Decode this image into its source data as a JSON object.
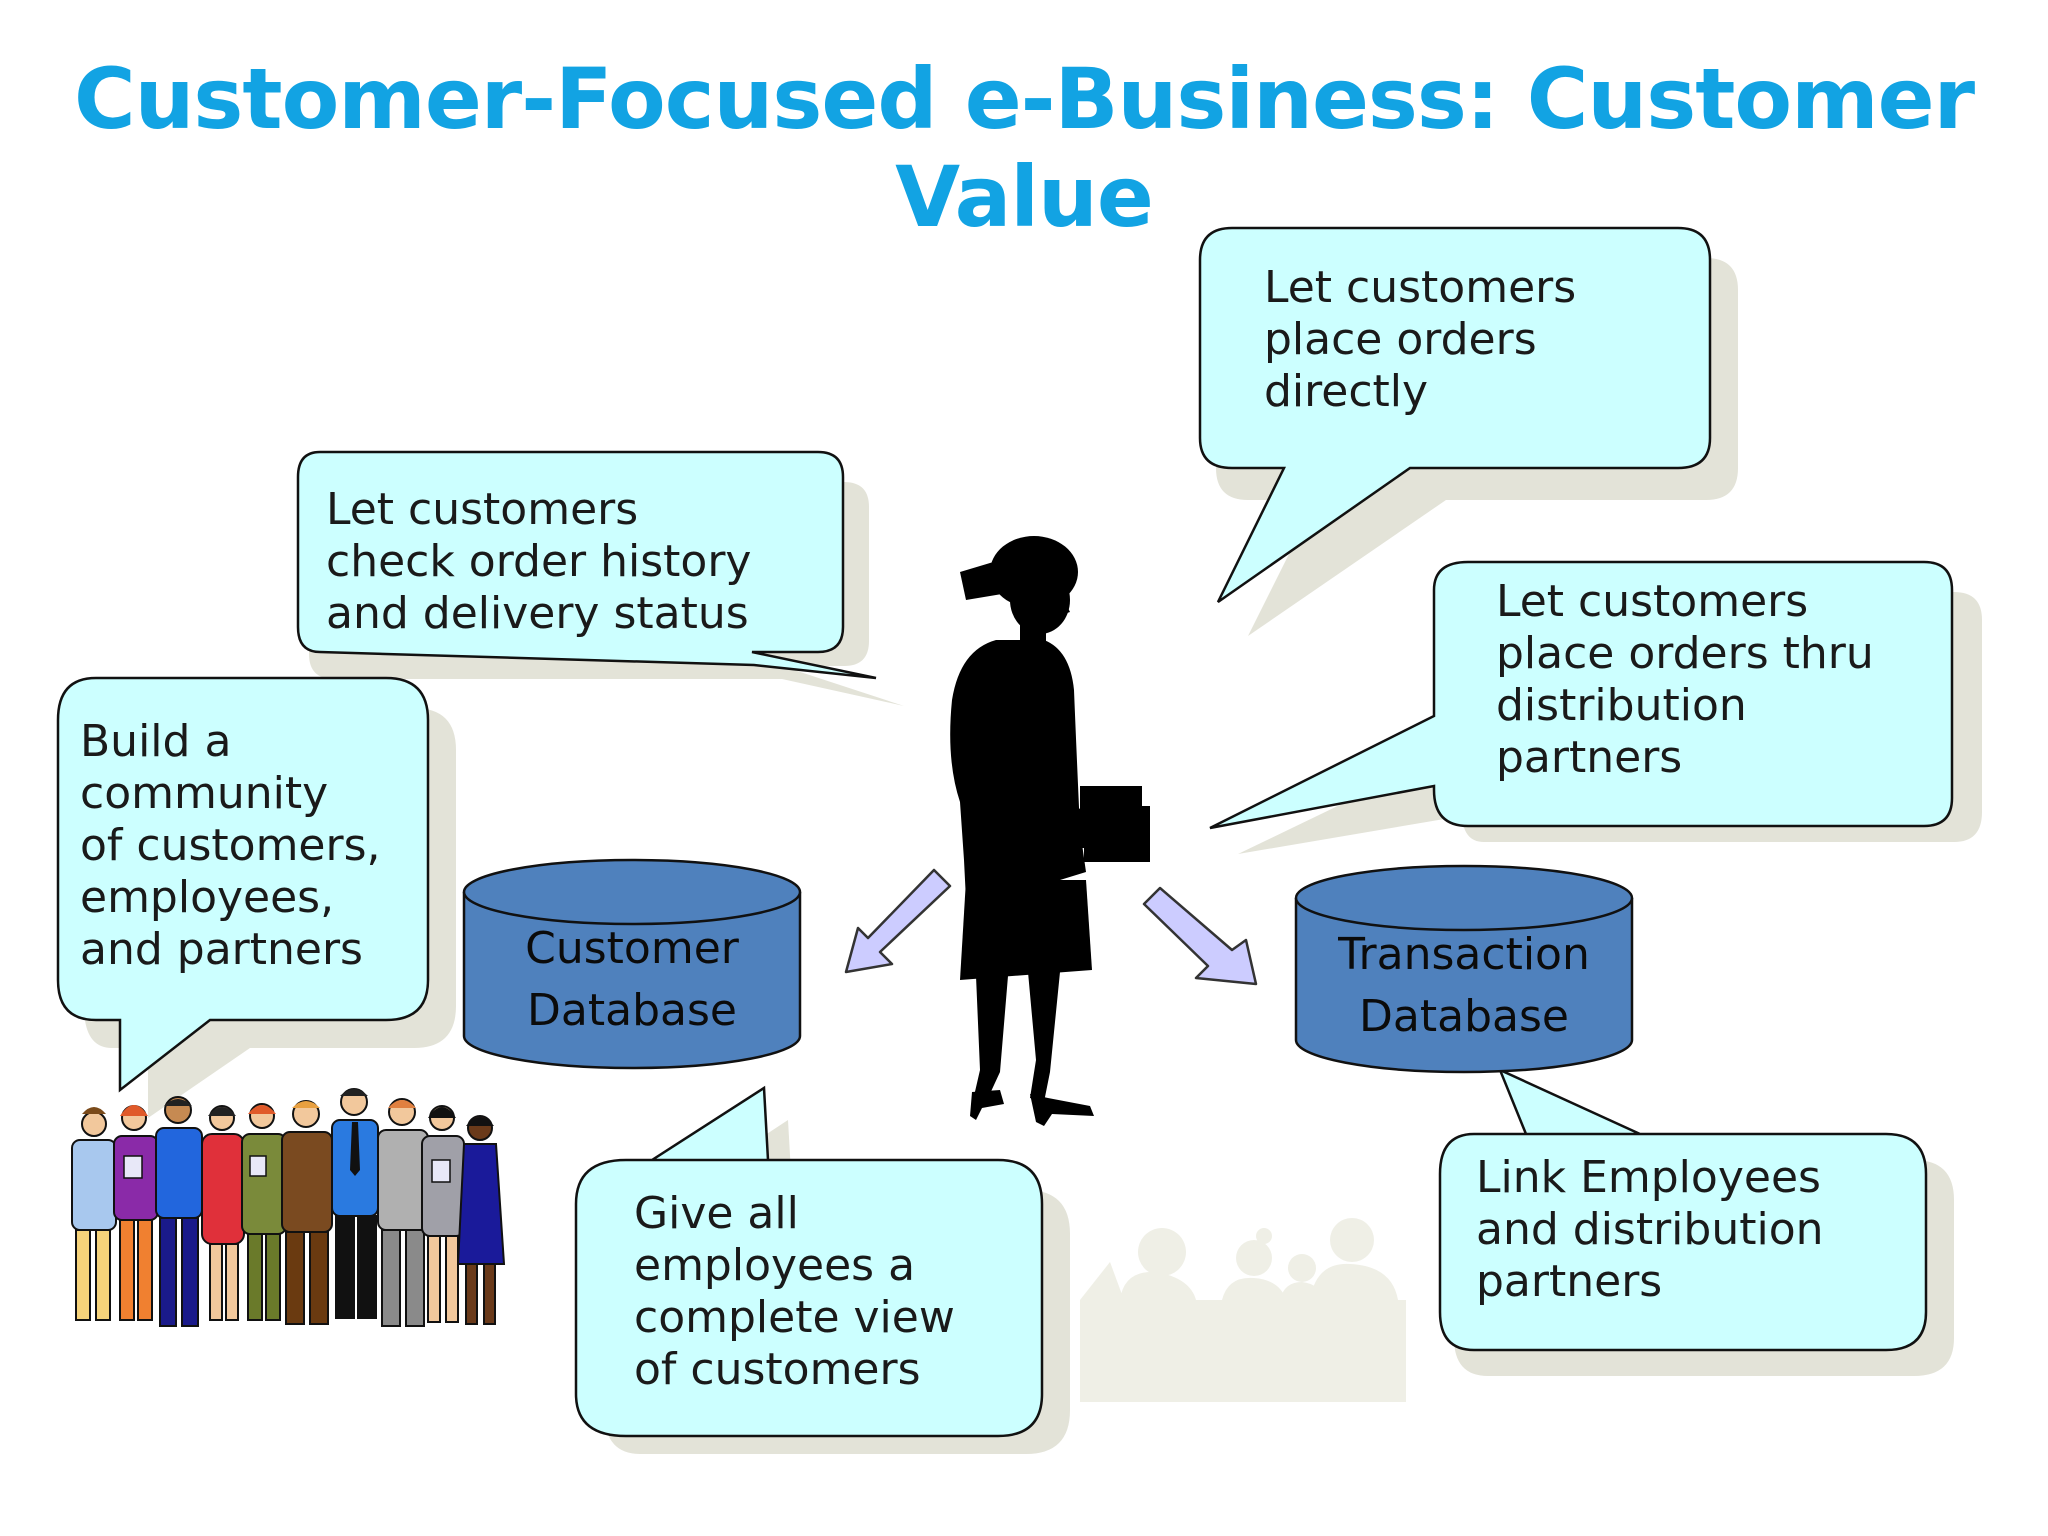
{
  "slide": {
    "title": "Customer-Focused e-Business: Customer Value",
    "title_color": "#12a3e3"
  },
  "callouts": {
    "check_order": "Let customers\ncheck order history\nand delivery status",
    "place_orders": "Let customers\nplace orders\ndirectly",
    "partners_orders": "Let customers\nplace orders thru\ndistribution\npartners",
    "community": "Build a\ncommunity\nof customers,\nemployees,\nand partners",
    "employees_view": "Give all\nemployees a\ncomplete view\nof customers",
    "link_employees": "Link Employees\nand distribution\npartners"
  },
  "databases": {
    "customer": "Customer\nDatabase",
    "transaction": "Transaction\nDatabase"
  },
  "colors": {
    "callout_fill": "#ccffff",
    "database_fill": "#4f81bd",
    "arrow_fill": "#ccccff",
    "shadow": "#e3e3d8",
    "silhouette": "#000000",
    "meeting_silhouette": "#efefe6"
  },
  "icons": [
    "businesswoman-silhouette-icon",
    "people-group-icon",
    "meeting-silhouette-icon",
    "arrow-down-left-icon",
    "arrow-down-right-icon"
  ]
}
